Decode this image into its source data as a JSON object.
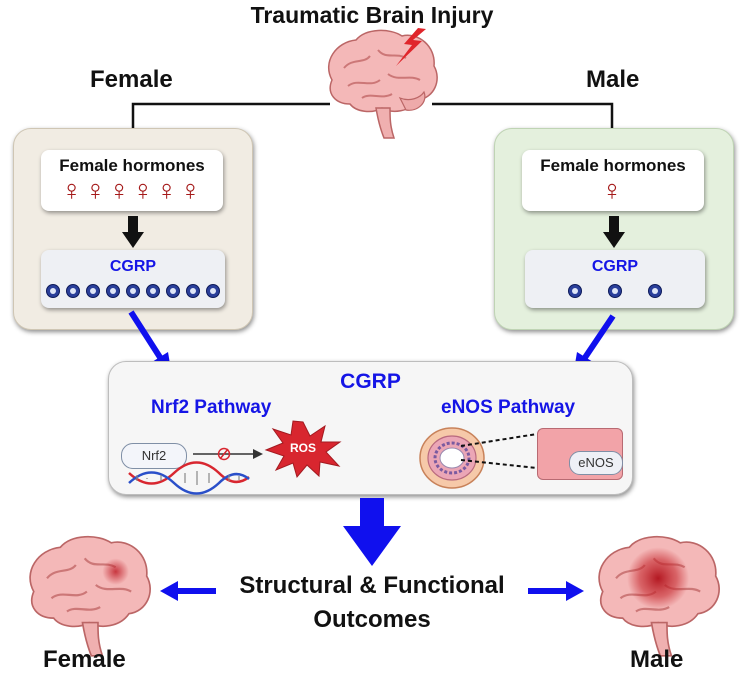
{
  "top": {
    "title": "Traumatic Brain Injury"
  },
  "sexes": {
    "female": "Female",
    "male": "Male"
  },
  "female_panel": {
    "hormones_label": "Female hormones",
    "hormone_symbols": "♀♀♀♀♀♀",
    "cgrp_label": "CGRP",
    "cgrp_count": 9
  },
  "male_panel": {
    "hormones_label": "Female hormones",
    "hormone_symbols": "♀",
    "cgrp_label": "CGRP",
    "cgrp_count": 3
  },
  "center": {
    "title": "CGRP",
    "nrf2_pathway": "Nrf2 Pathway",
    "enos_pathway": "eNOS Pathway",
    "nrf2_pill": "Nrf2",
    "ros_label": "ROS",
    "enos_pill": "eNOS"
  },
  "outcomes": {
    "line1": "Structural & Functional",
    "line2": "Outcomes"
  },
  "bottom": {
    "female": "Female",
    "male": "Male"
  },
  "colors": {
    "arrow_blue": "#1010ee",
    "cgrp_blue": "#1515e6",
    "hormone_red": "#a51a1a",
    "ros_red": "#d8262f",
    "female_panel": "#f1ece3",
    "male_panel": "#e4f0dd"
  },
  "icons": [
    "brain-icon",
    "lightning-icon",
    "venus-symbol-icon",
    "receptor-icon",
    "dna-icon",
    "inhibition-icon",
    "ros-burst-icon",
    "vessel-icon",
    "endothelial-cell-icon"
  ]
}
